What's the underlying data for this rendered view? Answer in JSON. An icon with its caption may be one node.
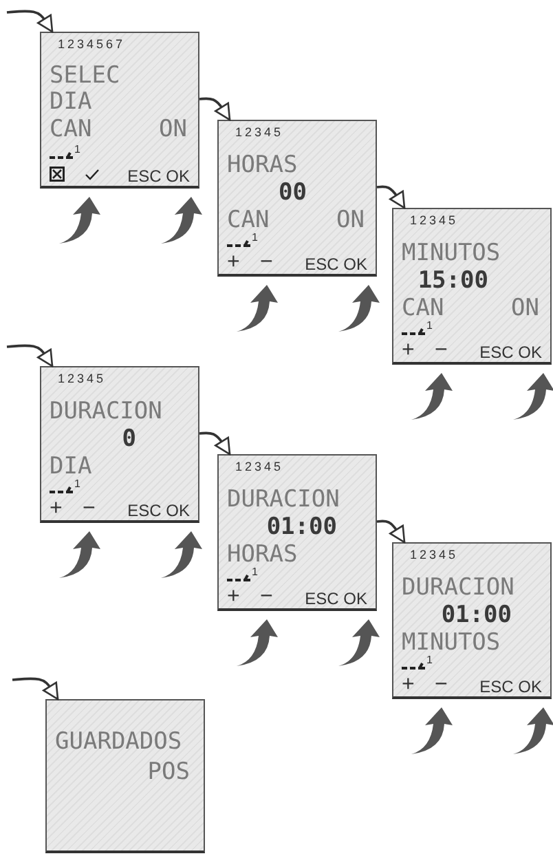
{
  "diagram": {
    "nodes": [
      {
        "text": [
          "1234567",
          "SELEC",
          "DIA",
          "CAN",
          "ON",
          "1",
          "ESC OK"
        ]
      },
      {
        "text": [
          "12345",
          "HORAS",
          "00",
          "CAN",
          "ON",
          "1",
          "+",
          "−",
          "ESC OK"
        ]
      },
      {
        "text": [
          "12345",
          "MINUTOS",
          "15:00",
          "CAN",
          "ON",
          "1",
          "+",
          "−",
          "ESC OK"
        ]
      },
      {
        "text": [
          "12345",
          "DURACION",
          "0",
          "DIA",
          "1",
          "+",
          "−",
          "ESC OK"
        ]
      },
      {
        "text": [
          "12345",
          "DURACION",
          "01:00",
          "HORAS",
          "1",
          "+",
          "−",
          "ESC OK"
        ]
      },
      {
        "text": [
          "12345",
          "DURACION",
          "01:00",
          "MINUTOS",
          "1",
          "+",
          "−",
          "ESC OK"
        ]
      },
      {
        "text": [
          "GUARDADOS",
          "POS"
        ]
      }
    ],
    "edges": [
      {
        "from": null,
        "to": 0,
        "arrow": "to"
      },
      {
        "from": 0,
        "to": 1,
        "arrow": "to"
      },
      {
        "from": 1,
        "to": 2,
        "arrow": "to"
      },
      {
        "from": null,
        "to": 3,
        "arrow": "to"
      },
      {
        "from": 3,
        "to": 4,
        "arrow": "to"
      },
      {
        "from": 4,
        "to": 5,
        "arrow": "to"
      },
      {
        "from": null,
        "to": 6,
        "arrow": "to"
      }
    ]
  }
}
